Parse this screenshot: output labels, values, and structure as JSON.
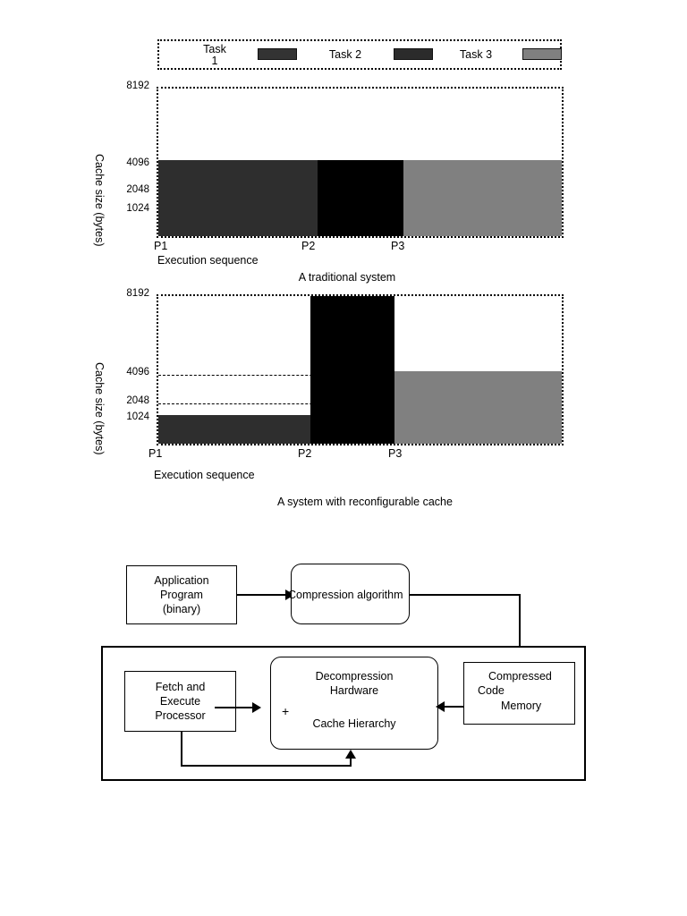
{
  "legend": {
    "entries": [
      {
        "label": "Task\n1",
        "color": "#333333",
        "swatch_name": "legend-swatch-task-1"
      },
      {
        "label": "Task 2",
        "color": "#2b2b2b",
        "swatch_name": "legend-swatch-task-2"
      },
      {
        "label": "Task 3",
        "color": "#808080",
        "swatch_name": "legend-swatch-task-3"
      }
    ]
  },
  "chart_data": [
    {
      "type": "bar",
      "title": "A traditional system",
      "xlabel": "Execution sequence",
      "ylabel": "Cache size (bytes)",
      "categories": [
        "P1",
        "P2",
        "P3"
      ],
      "series": [
        {
          "name": "Task 1",
          "values": [
            4096,
            0,
            0
          ],
          "color": "#2e2e2e"
        },
        {
          "name": "Task 2",
          "values": [
            0,
            4096,
            0
          ],
          "color": "#000000"
        },
        {
          "name": "Task 3",
          "values": [
            0,
            0,
            4096
          ],
          "color": "#808080"
        }
      ],
      "values": [
        4096,
        4096,
        4096
      ],
      "yticks": [
        8192,
        4096,
        2048,
        1024
      ],
      "ylim": [
        0,
        8192
      ],
      "grid": true,
      "legend_position": "top"
    },
    {
      "type": "bar",
      "title": "A system with reconfigurable cache",
      "xlabel": "Execution sequence",
      "ylabel": "Cache size (bytes)",
      "categories": [
        "P1",
        "P2",
        "P3"
      ],
      "series": [
        {
          "name": "Task 1",
          "values": [
            1024,
            0,
            0
          ],
          "color": "#2e2e2e"
        },
        {
          "name": "Task 2",
          "values": [
            0,
            8192,
            0
          ],
          "color": "#000000"
        },
        {
          "name": "Task 3",
          "values": [
            0,
            0,
            4096
          ],
          "color": "#808080"
        }
      ],
      "values": [
        1024,
        8192,
        4096
      ],
      "yticks": [
        8192,
        4096,
        2048,
        1024
      ],
      "ylim": [
        0,
        8192
      ],
      "grid": true,
      "legend_position": "top"
    }
  ],
  "diagram": {
    "application_program": "Application\nProgram\n(binary)",
    "compression_algorithm": "Compression algorithm",
    "compressed_code_memory_line1": "Compressed",
    "compressed_code_memory_line2": "Code",
    "compressed_code_memory_line3": "Memory",
    "fetch_execute_processor": "Fetch and\nExecute\nProcessor",
    "decompression_hardware": "Decompression\nHardware",
    "cache_hierarchy": "Cache Hierarchy",
    "plus": "+"
  }
}
